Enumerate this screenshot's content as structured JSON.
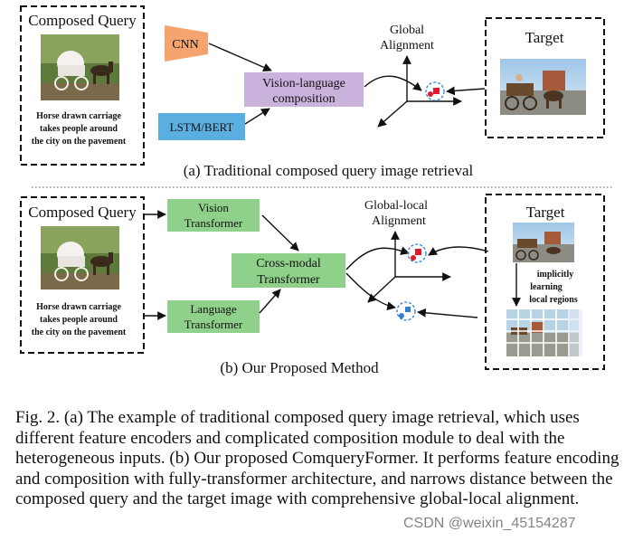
{
  "colors": {
    "cnn": "#f4a46e",
    "lstm": "#5aaee0",
    "composition": "#c9b2dc",
    "transformer": "#8fd18a",
    "query_red": "#e0192d",
    "target_blue": "#2f7fd0"
  },
  "top": {
    "query_title": "Composed Query",
    "query_caption": [
      "Horse drawn carriage",
      "takes people around",
      "the city on the pavement"
    ],
    "cnn_label": "CNN",
    "lstm_label": "LSTM/BERT",
    "composition_label": [
      "Vision-language",
      "composition"
    ],
    "alignment_label": [
      "Global",
      "Alignment"
    ],
    "target_title": "Target",
    "subtitle": "(a) Traditional composed query image retrieval"
  },
  "bottom": {
    "query_title": "Composed Query",
    "query_caption": [
      "Horse drawn carriage",
      "takes people around",
      "the city on the pavement"
    ],
    "vision_label": [
      "Vision",
      "Transformer"
    ],
    "language_label": [
      "Language",
      "Transformer"
    ],
    "crossmodal_label": [
      "Cross-modal",
      "Transformer"
    ],
    "alignment_label": [
      "Global-local",
      "Alignment"
    ],
    "target_title": "Target",
    "learning_label": [
      "implicitly",
      "learning",
      "local regions"
    ],
    "subtitle": "(b) Our Proposed Method"
  },
  "caption": "Fig. 2.   (a) The example of traditional composed query image retrieval, which uses different feature encoders and complicated composition module to deal with the heterogeneous inputs. (b) Our proposed ComqueryFormer. It performs feature encoding and composition with fully-transformer architecture, and narrows distance between the composed query and the target image with comprehensive global-local alignment.",
  "watermark": "CSDN @weixin_45154287"
}
